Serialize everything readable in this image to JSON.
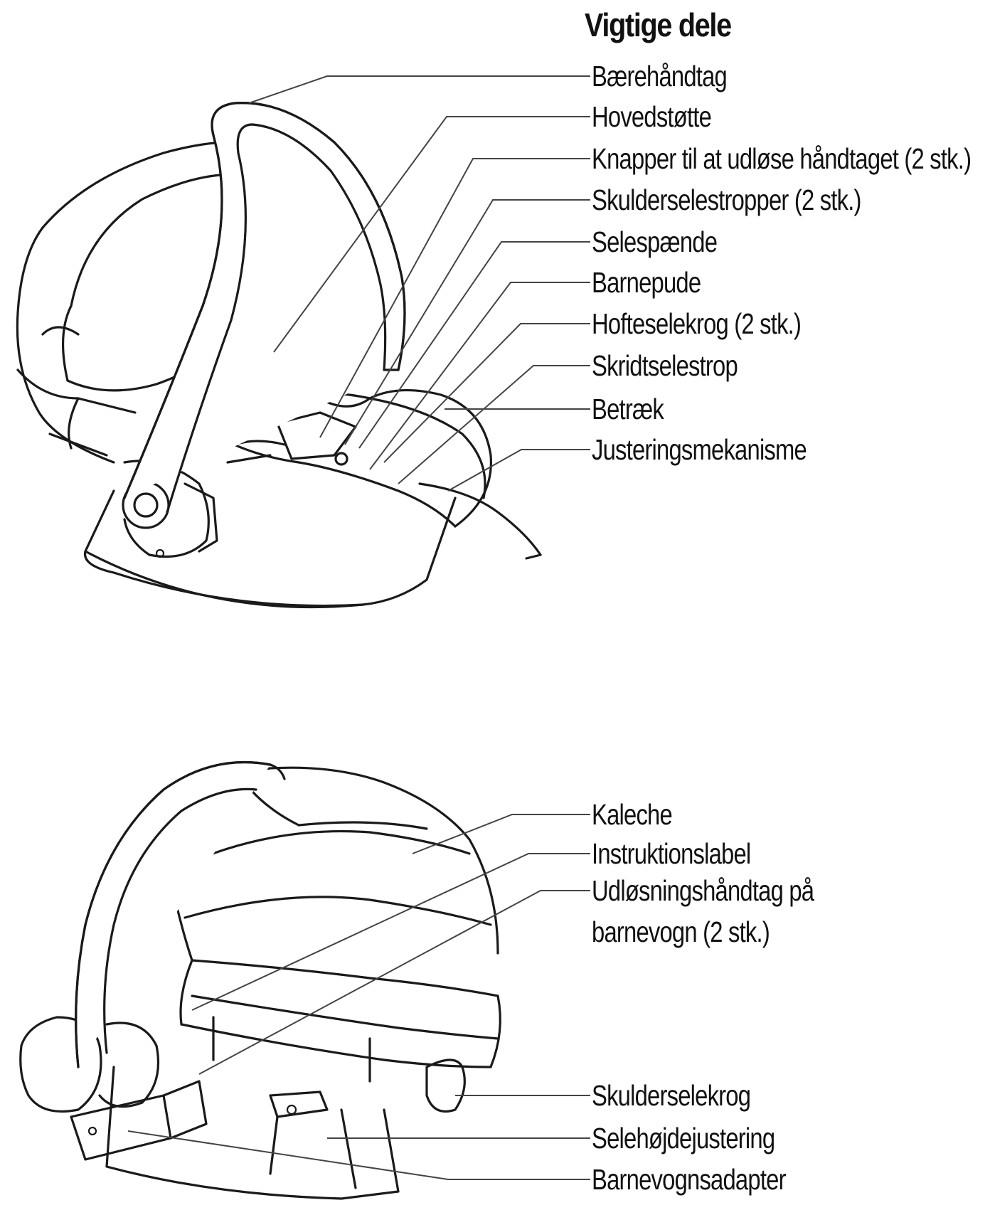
{
  "title": "Vigtige dele",
  "top_labels": [
    "Bærehåndtag",
    "Hovedstøtte",
    "Knapper til at udløse håndtaget (2 stk.)",
    "Skulderselestropper (2 stk.)",
    "Selespænde",
    "Barnepude",
    "Hofteselekrog (2 stk.)",
    "Skridtselestrop",
    "Betræk",
    "Justeringsmekanisme"
  ],
  "bottom_labels": [
    "Kaleche",
    "Instruktionslabel",
    "Udløsningshåndtag på",
    "barnevogn (2 stk.)",
    "Skulderselekrog",
    "Selehøjdejustering",
    "Barnevognsadapter"
  ]
}
